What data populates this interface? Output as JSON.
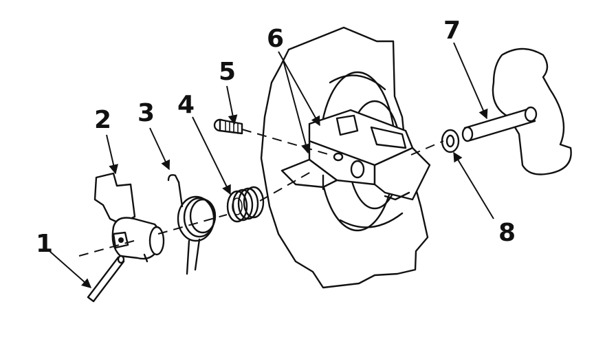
{
  "callouts": [
    {
      "id": "callout-1",
      "text": "1"
    },
    {
      "id": "callout-2",
      "text": "2"
    },
    {
      "id": "callout-3",
      "text": "3"
    },
    {
      "id": "callout-4",
      "text": "4"
    },
    {
      "id": "callout-5",
      "text": "5"
    },
    {
      "id": "callout-6",
      "text": "6"
    },
    {
      "id": "callout-7",
      "text": "7"
    },
    {
      "id": "callout-8",
      "text": "8"
    }
  ]
}
